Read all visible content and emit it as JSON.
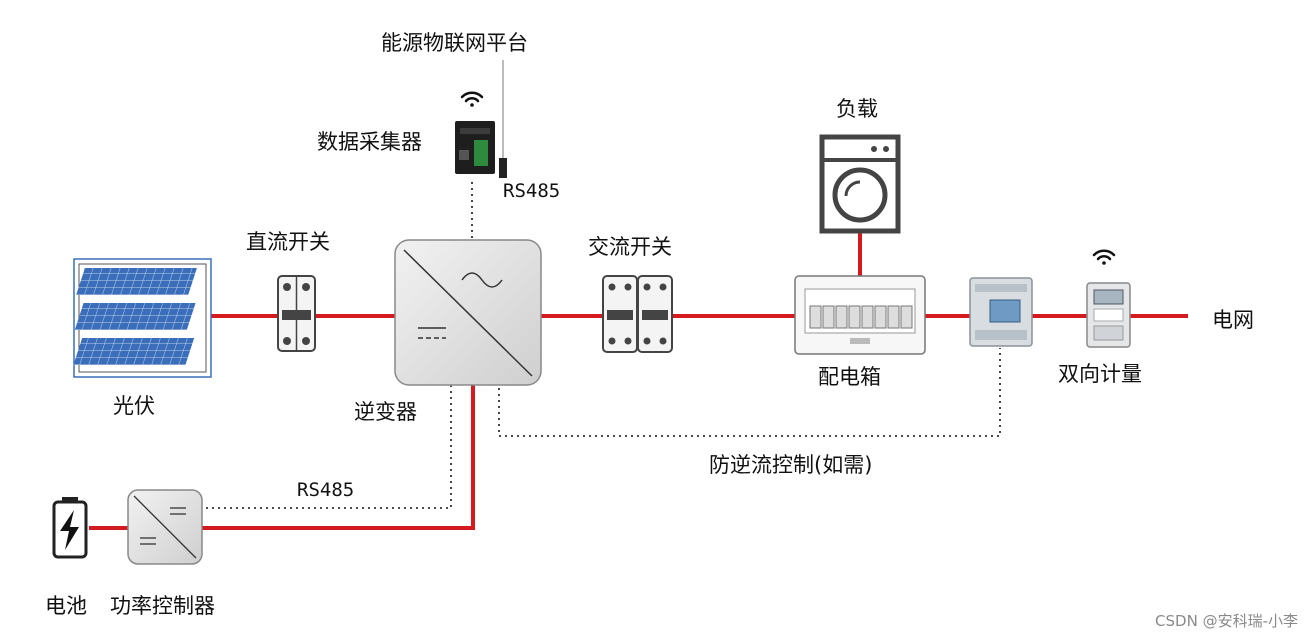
{
  "labels": {
    "platform": "能源物联网平台",
    "collector": "数据采集器",
    "rs485_top": "RS485",
    "load": "负载",
    "dc_switch": "直流开关",
    "ac_switch": "交流开关",
    "grid": "电网",
    "pv": "光伏",
    "inverter": "逆变器",
    "distribution_box": "配电箱",
    "bidirectional_meter": "双向计量",
    "anti_backflow": "防逆流控制(如需)",
    "rs485_bottom": "RS485",
    "battery": "电池",
    "power_controller": "功率控制器"
  },
  "watermark": "CSDN @安科瑞-小李",
  "colors": {
    "power_line": "#d4191f",
    "comm_line": "#333333",
    "device_fill": "#e6e6e6",
    "panel_blue": "#2d5fa8"
  },
  "icons": {
    "wifi_top": "wifi-icon",
    "wifi_meter": "wifi-icon",
    "battery_bolt": "lightning-icon"
  }
}
